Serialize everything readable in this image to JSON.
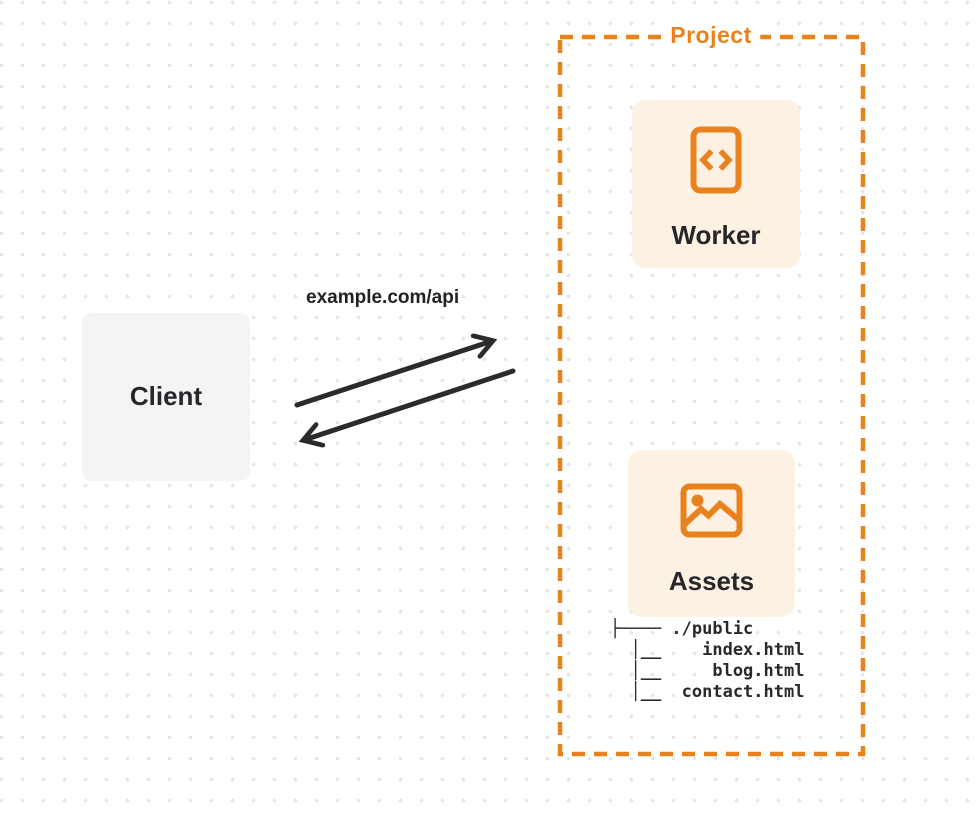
{
  "client": {
    "label": "Client"
  },
  "request": {
    "url": "example.com/api"
  },
  "project": {
    "label": "Project",
    "worker": {
      "label": "Worker",
      "icon": "code-icon"
    },
    "assets": {
      "label": "Assets",
      "icon": "image-icon",
      "file_tree_root": "./public",
      "file_tree_files": [
        "index.html",
        "blog.html",
        "contact.html"
      ],
      "file_tree_ascii": "├──── ./public\n  │__    index.html\n  │__     blog.html\n  │__  contact.html"
    }
  },
  "colors": {
    "accent_orange": "#e8821e",
    "card_cream": "#fcf1e2",
    "card_gray": "#f4f4f5",
    "ink": "#26262b",
    "arrow": "#2b2b2b",
    "dot_grid": "#e5e5e8"
  }
}
